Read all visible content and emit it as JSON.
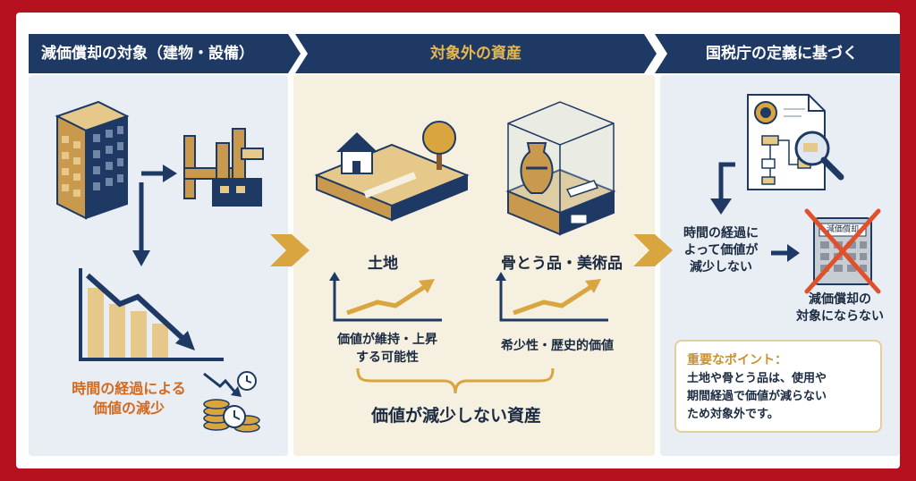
{
  "headers": {
    "left": "減価償却の対象（建物・設備）",
    "middle": "対象外の資産",
    "right": "国税庁の定義に基づく"
  },
  "left": {
    "caption_line1": "時間の経過による",
    "caption_line2": "価値の減少"
  },
  "middle": {
    "land_label": "土地",
    "antique_label": "骨とう品・美術品",
    "land_desc_line1": "価値が維持・上昇",
    "land_desc_line2": "する可能性",
    "antique_desc": "希少性・歴史的価値",
    "bottom_label": "価値が減少しない資産"
  },
  "right": {
    "time_line1": "時間の経過に",
    "time_line2": "よって価値が",
    "time_line3": "減少しない",
    "calc_label": "減価償却",
    "not_target_line1": "減価償却の",
    "not_target_line2": "対象にならない",
    "point_title": "重要なポイント：",
    "point_line1": "土地や骨とう品は、使用や",
    "point_line2": "期間経過で価値が減らない",
    "point_line3": "ため対象外です。"
  },
  "colors": {
    "navy": "#1e3a64",
    "gold": "#d9a53f",
    "frame": "#b5111e",
    "orange": "#d2691e",
    "red_x": "#e0502a"
  }
}
